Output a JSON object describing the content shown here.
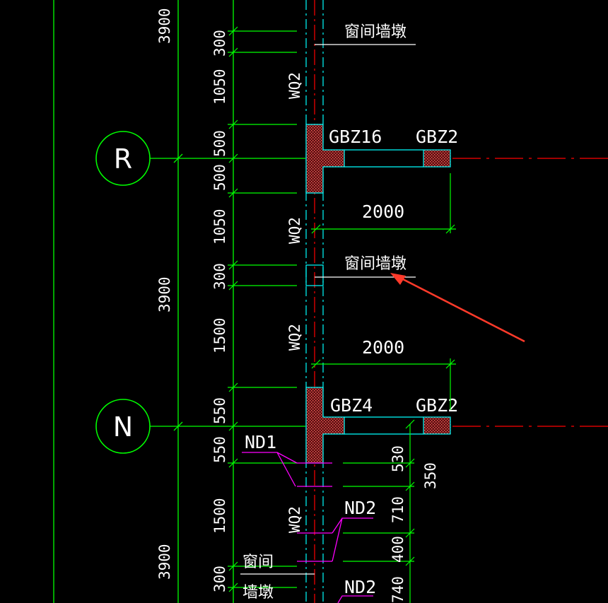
{
  "colors": {
    "background": "#000000",
    "green": "#00ff00",
    "white": "#ffffff",
    "red": "#ff0000",
    "cyan": "#00ffff",
    "magenta": "#ff00ff",
    "hatch": "#ff5050",
    "arrow": "#ff3a2a"
  },
  "axes": {
    "r": "R",
    "n": "N"
  },
  "floor_dims": {
    "top": "3900",
    "mid": "3900",
    "bottom": "3900"
  },
  "segment_dims": {
    "d1": "300",
    "d2": "1050",
    "d3": "500",
    "d4": "500",
    "d5": "1050",
    "d6": "300",
    "d7": "1500",
    "d8": "550",
    "d9": "550",
    "d10": "1500",
    "d11": "300"
  },
  "wall_labels": {
    "wq1": "WQ2",
    "wq2": "WQ2",
    "wq3": "WQ2",
    "wq4": "WQ2"
  },
  "pier_labels": {
    "top": "窗间墙墩",
    "mid": "窗间墙墩",
    "bottom_line1": "窗间",
    "bottom_line2": "墙墩"
  },
  "column_labels": {
    "gbz16": "GBZ16",
    "gbz2_top": "GBZ2",
    "gbz4": "GBZ4",
    "gbz2_bottom": "GBZ2"
  },
  "span_dims": {
    "top": "2000",
    "bottom": "2000"
  },
  "opening_labels": {
    "nd1": "ND1",
    "nd2_a": "ND2",
    "nd2_b": "ND2"
  },
  "right_dims": {
    "r530": "530",
    "r350": "350",
    "r710": "710",
    "r400": "400",
    "r740": "740"
  }
}
